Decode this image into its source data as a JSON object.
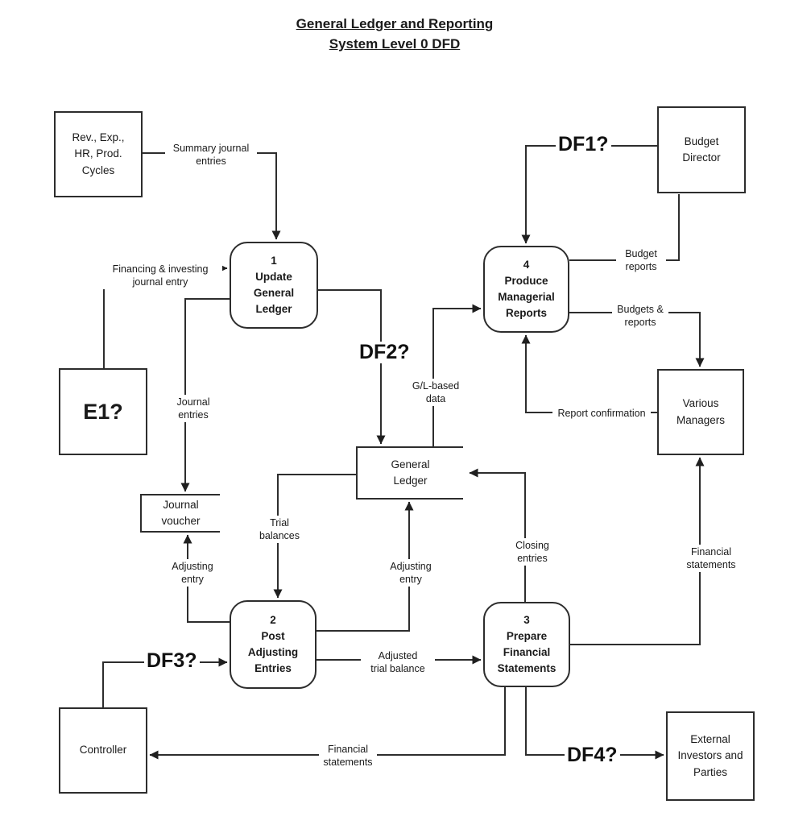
{
  "title": {
    "line1": "General Ledger and Reporting",
    "line2": "System Level 0 DFD"
  },
  "entities": {
    "cycles": "Rev., Exp.,\nHR, Prod.\nCycles",
    "budget_director": "Budget\nDirector",
    "e1": "E1?",
    "various_managers": "Various\nManagers",
    "controller": "Controller",
    "external_investors": "External\nInvestors and\nParties"
  },
  "processes": {
    "p1": "1\nUpdate\nGeneral\nLedger",
    "p2": "2\nPost\nAdjusting\nEntries",
    "p3": "3\nPrepare\nFinancial\nStatements",
    "p4": "4\nProduce\nManagerial\nReports"
  },
  "data_stores": {
    "general_ledger": "General\nLedger",
    "journal_voucher": "Journal\nvoucher"
  },
  "flow_labels": {
    "summary_journal_entries": "Summary journal\nentries",
    "df1": "DF1?",
    "financing_investing": "Financing & investing\njournal entry",
    "journal_entries": "Journal\nentries",
    "df2": "DF2?",
    "gl_based_data": "G/L-based\ndata",
    "budget_reports": "Budget\nreports",
    "budgets_and_reports": "Budgets &\nreports",
    "report_confirmation": "Report confirmation",
    "trial_balances": "Trial\nbalances",
    "adjusting_entry_left": "Adjusting\nentry",
    "adjusting_entry_right": "Adjusting\nentry",
    "adjusted_trial_balance": "Adjusted\ntrial balance",
    "closing_entries": "Closing\nentries",
    "financial_statements_managers": "Financial\nstatements",
    "financial_statements_controller": "Financial\nstatements",
    "df3": "DF3?",
    "df4": "DF4?"
  },
  "colors": {
    "line": "#2d2d2d",
    "text": "#1a1a1a",
    "background": "#ffffff"
  }
}
